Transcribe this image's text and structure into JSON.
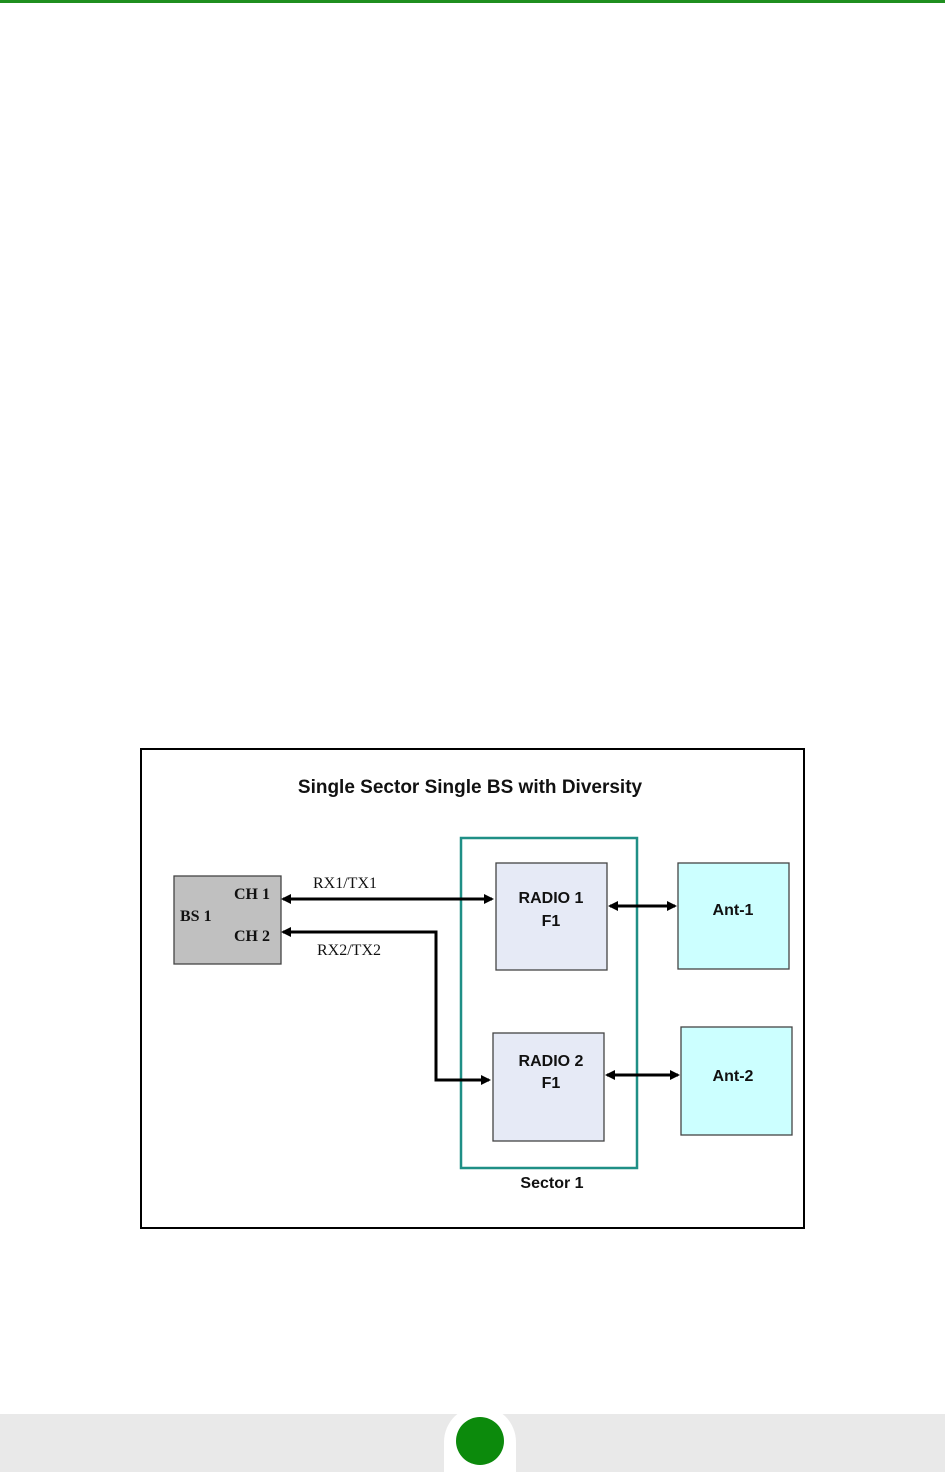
{
  "diagram": {
    "title": "Single Sector Single BS with Diversity",
    "bs": {
      "label": "BS 1",
      "ch1": "CH 1",
      "ch2": "CH 2"
    },
    "links": {
      "link1": "RX1/TX1",
      "link2": "RX2/TX2"
    },
    "radio1": {
      "line1": "RADIO 1",
      "line2": "F1"
    },
    "radio2": {
      "line1": "RADIO 2",
      "line2": "F1"
    },
    "ant1": "Ant-1",
    "ant2": "Ant-2",
    "sector": "Sector 1"
  },
  "colors": {
    "accent_green": "#1f8f1f",
    "bs_fill": "#c0c0c0",
    "radio_fill": "#e6eaf6",
    "antenna_fill": "#ccffff",
    "sector_border": "#1f8f86"
  }
}
